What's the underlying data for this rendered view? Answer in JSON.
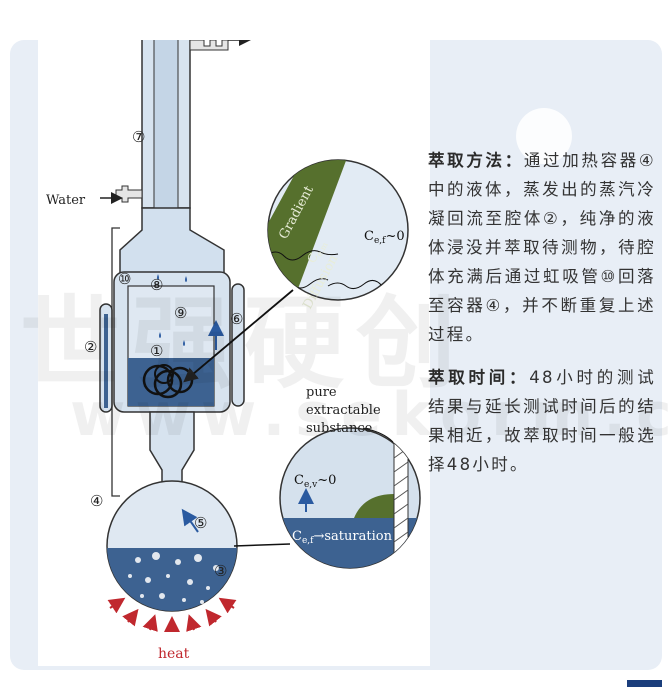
{
  "diagram": {
    "label_7": "⑦",
    "label_water": "Water",
    "label_10": "⑩",
    "label_8": "⑧",
    "label_9": "⑨",
    "label_6": "⑥",
    "label_1": "①",
    "label_2": "②",
    "label_4": "④",
    "label_5": "⑤",
    "label_3": "③",
    "label_heat": "heat",
    "zoom1_gradient": "Gradient",
    "zoom1_cem": "C",
    "zoom1_cem_sub": "e,m",
    "zoom1_diffusion": "Diffusion",
    "zoom1_cef": "C",
    "zoom1_cef_sub": "e,f",
    "zoom1_cef_tail": "~0",
    "zoom2_pure_1": "pure",
    "zoom2_pure_2": "extractable",
    "zoom2_pure_3": "substance",
    "zoom2_cev": "C",
    "zoom2_cev_sub": "e,v",
    "zoom2_cev_tail": "~0",
    "zoom2_cef": "C",
    "zoom2_cef_sub": "e,f",
    "zoom2_cef_tail": "→saturation"
  },
  "text": {
    "p1_head": "萃取方法：",
    "p1_body": "通过加热容器④中的液体，蒸发出的蒸汽冷凝回流至腔体②，纯净的液体浸没并萃取待测物，待腔体充满后通过虹吸管⑩回落至容器④，并不断重复上述过程。",
    "p2_head": "萃取时间：",
    "p2_body": "48小时的测试结果与延长测试时间后的结果相近，故萃取时间一般选择48小时。"
  },
  "watermark": {
    "line1": "世强硬创",
    "line2": "www.sekorm.com"
  },
  "colors": {
    "card_bg": "#e8eef6",
    "accent": "#1b3e7c",
    "liquid": "#3d6291",
    "glass": "#c7d7e8",
    "gradient_band": "#56702d",
    "heat": "#c0282e"
  }
}
